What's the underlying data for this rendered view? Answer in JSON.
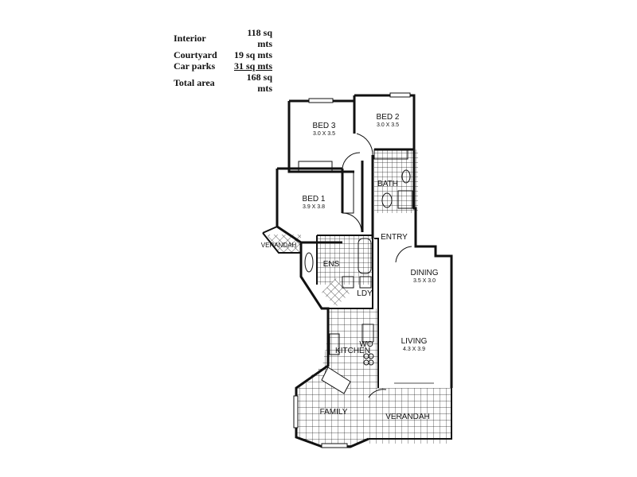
{
  "areas": [
    {
      "label": "Interior",
      "value": "118 sq mts"
    },
    {
      "label": "Courtyard",
      "value": "19 sq mts"
    },
    {
      "label": "Car parks",
      "value": "31 sq mts"
    },
    {
      "label": "Total area",
      "value": "168 sq mts"
    }
  ],
  "rooms": {
    "bed3": {
      "name": "BED 3",
      "dims": "3.0 X 3.5"
    },
    "bed2": {
      "name": "BED 2",
      "dims": "3.0 X 3.5"
    },
    "bed1": {
      "name": "BED 1",
      "dims": "3.9 X 3.8"
    },
    "bath": {
      "name": "BATH"
    },
    "entry": {
      "name": "ENTRY"
    },
    "verandah_left": {
      "name": "VERANDAH"
    },
    "ens": {
      "name": "ENS"
    },
    "dining": {
      "name": "DINING",
      "dims": "3.5 X 3.0"
    },
    "ldy": {
      "name": "LDY"
    },
    "wo": {
      "name": "WO"
    },
    "kitchen": {
      "name": "KITCHEN"
    },
    "living": {
      "name": "LIVING",
      "dims": "4.3 X 3.9"
    },
    "family": {
      "name": "FAMILY"
    },
    "verandah_bottom": {
      "name": "VERANDAH"
    }
  }
}
